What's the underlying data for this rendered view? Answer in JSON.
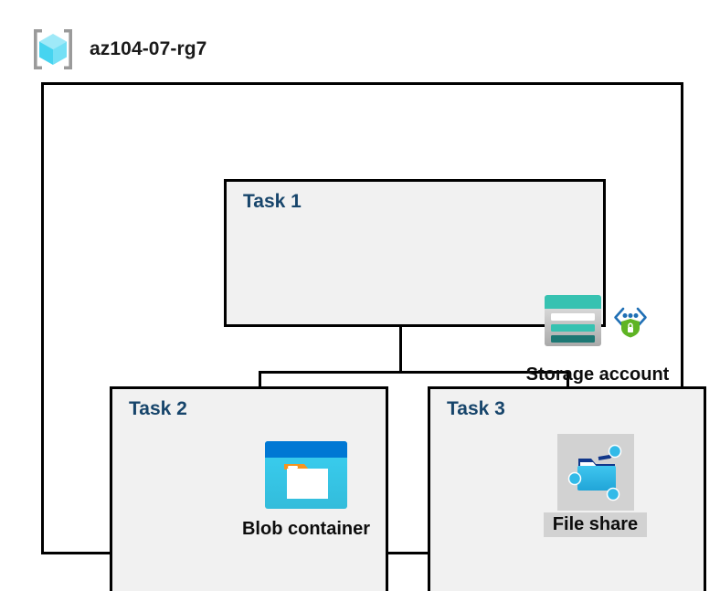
{
  "header": {
    "icon_name": "resource-group-icon",
    "title": "az104-07-rg7"
  },
  "diagram": {
    "type": "azure-architecture-diagram",
    "container_label": "az104-07-rg7",
    "colors": {
      "task_label": "#17456b",
      "box_fill": "#f1f1f1",
      "box_border": "#000000",
      "canvas": "#ffffff",
      "highlight": "#d2d2d2",
      "storage_teal": "#37c2b1",
      "storage_teal_dark": "#1d7874",
      "blob_blue": "#0078d4",
      "blob_cyan": "#32c5ee",
      "blob_orange": "#f7941e",
      "fileshare_blue": "#32bae8",
      "shield_green": "#5fb424",
      "bracket_blue": "#1f6fb5",
      "cube_cyan": "#61dcf5"
    },
    "tasks": [
      {
        "label": "Task 1",
        "node_caption": "Storage account",
        "icons": [
          "storage-account-icon",
          "secure-endpoint-shield-icon"
        ],
        "caption_highlighted": false
      },
      {
        "label": "Task 2",
        "node_caption": "Blob container",
        "icons": [
          "blob-container-icon"
        ],
        "caption_highlighted": false
      },
      {
        "label": "Task 3",
        "node_caption": "File share",
        "icons": [
          "file-share-icon"
        ],
        "caption_highlighted": true
      }
    ],
    "connections": [
      {
        "from": "Task 1",
        "to": "Task 2"
      },
      {
        "from": "Task 1",
        "to": "Task 3"
      }
    ]
  }
}
